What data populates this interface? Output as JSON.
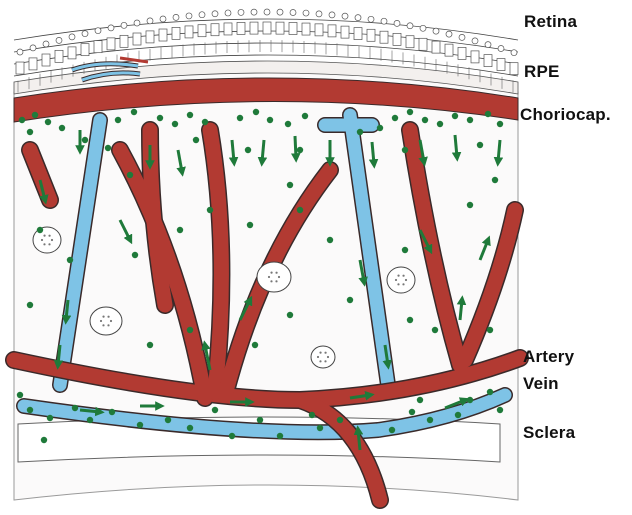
{
  "labels": {
    "retina": "Retina",
    "rpe": "RPE",
    "choriocapillaris": "Choriocap.",
    "artery": "Artery",
    "vein": "Vein",
    "sclera": "Sclera"
  },
  "colors": {
    "artery": "#b23a32",
    "vein": "#7ec3e6",
    "cells": "#1f7a3a",
    "outline": "#3a2a2a",
    "tissue": "#fbfafa"
  }
}
